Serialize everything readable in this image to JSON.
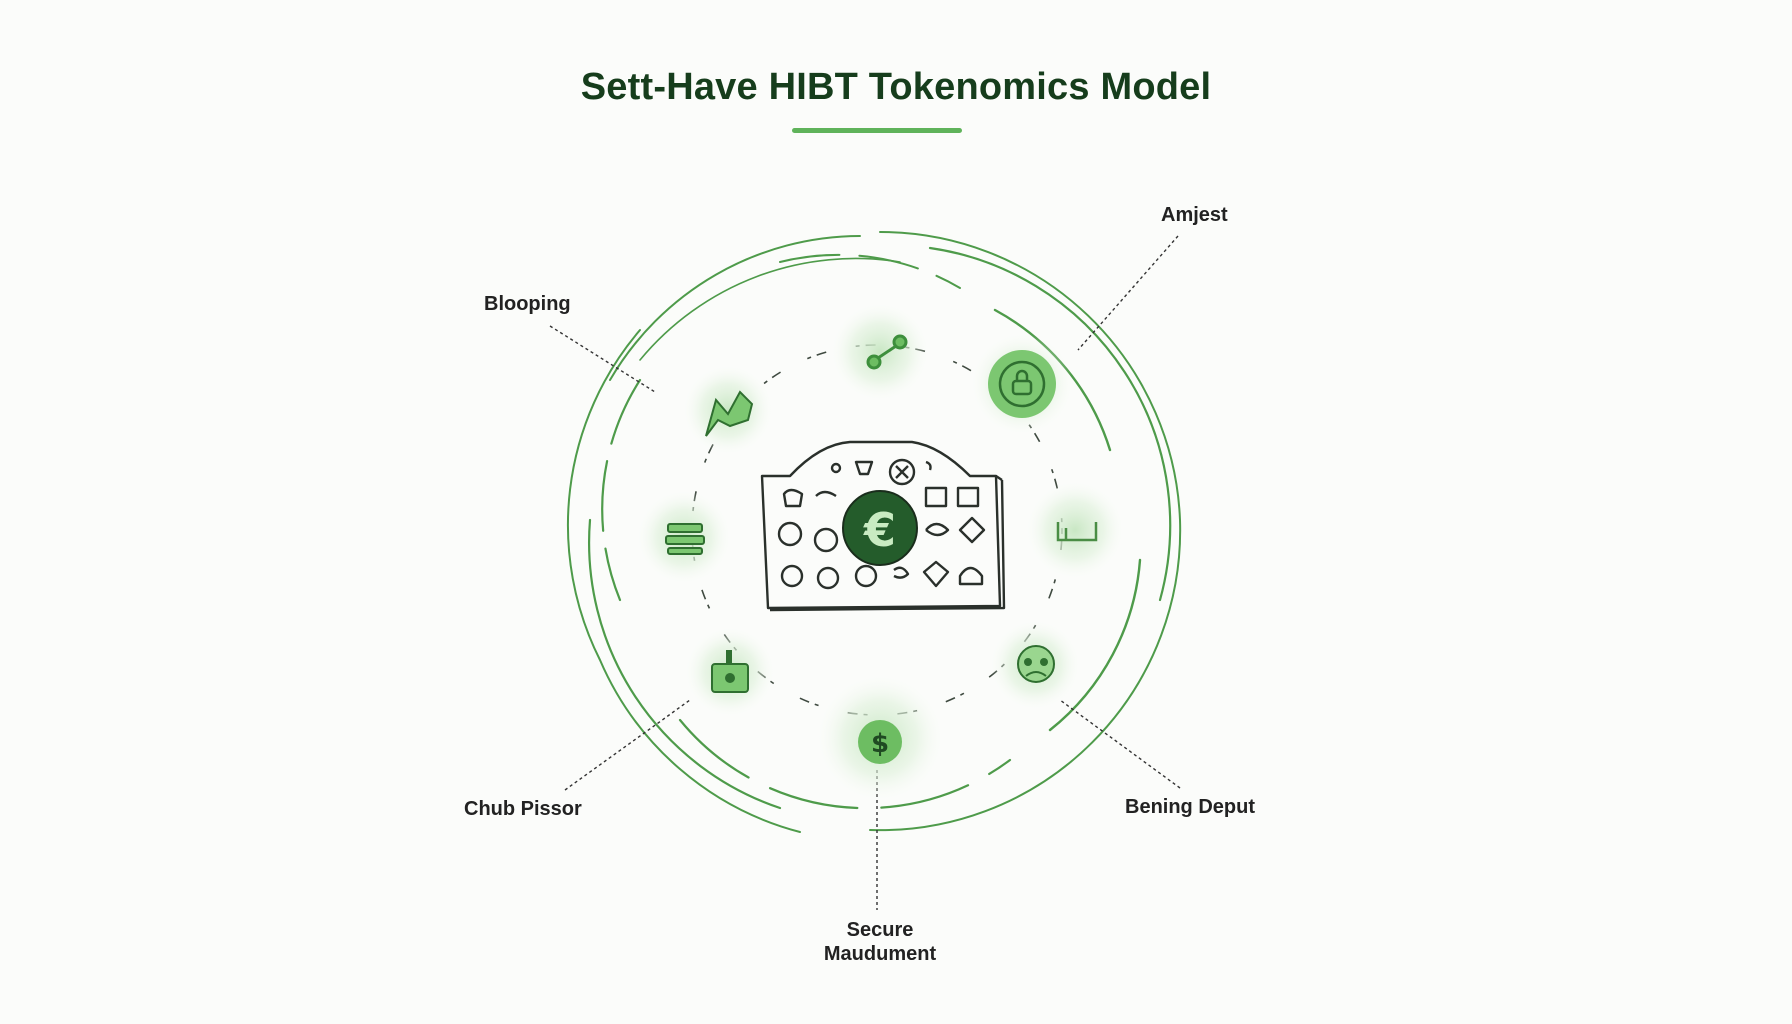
{
  "title": "Sett-Have HIBT Tokenomics Model",
  "center": {
    "symbol": "€"
  },
  "callouts": {
    "top_right": "Amjest",
    "top_left": "Blooping",
    "bottom_left": "Chub Pissor",
    "bottom_right": "Bening Deput",
    "bottom_line1": "Secure",
    "bottom_line2": "Maudument"
  },
  "nodes": {
    "bottom_symbol": "$"
  },
  "colors": {
    "accent": "#5fb35a",
    "ring": "#4e9b4a",
    "title": "#163d1c",
    "node_glow": "#cfe9cb",
    "center_coin": "#245c2b"
  }
}
